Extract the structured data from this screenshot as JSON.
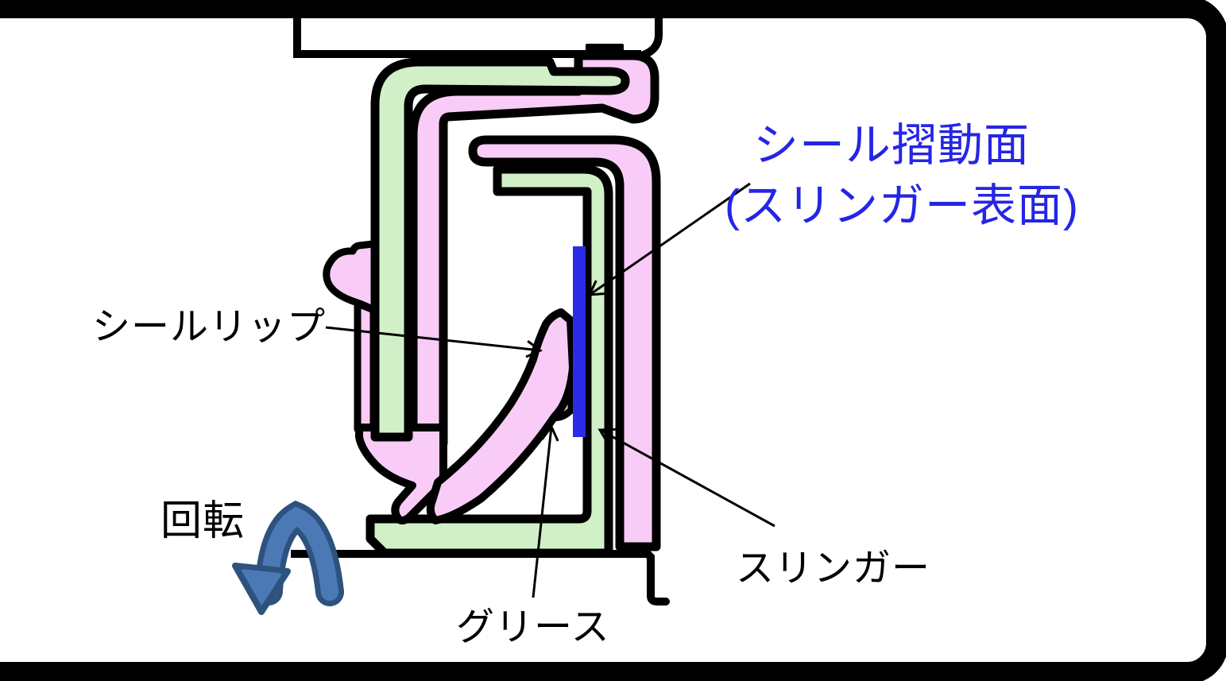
{
  "figure": {
    "title": "bearing-seal-cross-section",
    "labels": {
      "sliding_surface_line1": "シール摺動面",
      "sliding_surface_line2": "(スリンガー表面)",
      "seal_lip": "シールリップ",
      "rotation": "回転",
      "grease": "グリース",
      "slinger": "スリンガー"
    },
    "colors": {
      "seal_rubber_pink": "#F8CCF6",
      "metal_case_green": "#D2F0C8",
      "sliding_surface_blue": "#2B2BE8",
      "grease_tan": "#F2E4B0",
      "rotation_arrow_fill": "#4A79B5",
      "rotation_arrow_border": "#2E527E",
      "label_blue": "#2525E6",
      "outline_black": "#000000"
    }
  }
}
